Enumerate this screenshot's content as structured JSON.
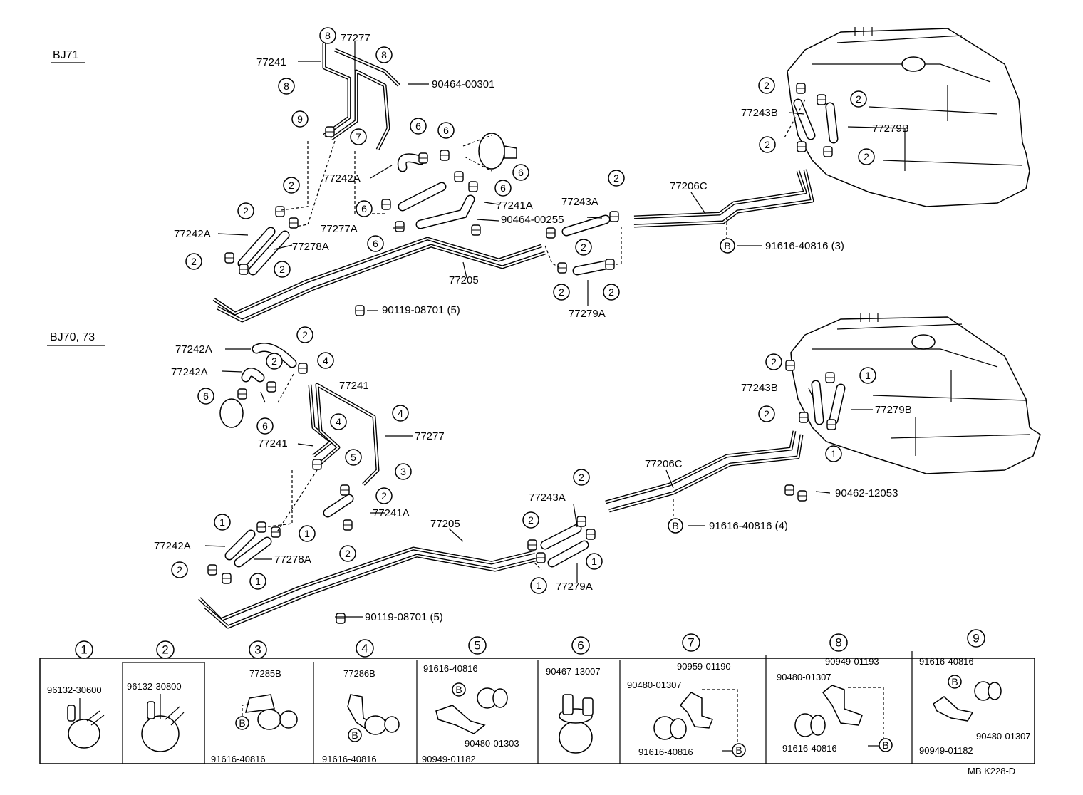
{
  "sections": {
    "bj71": "BJ71",
    "bj70_73": "BJ70, 73"
  },
  "labels_bj71": {
    "p77241": "77241",
    "p77277": "77277",
    "p90464_00301": "90464-00301",
    "p77242a_top": "77242A",
    "p77241a": "77241A",
    "p90464_00255": "90464-00255",
    "p77277a": "77277A",
    "p77242a": "77242A",
    "p77278a": "77278A",
    "p77205": "77205",
    "p90119": "90119-08701 (5)",
    "p77243a": "77243A",
    "p77279a": "77279A",
    "p77206c": "77206C",
    "p91616": "91616-40816 (3)",
    "p77243b": "77243B",
    "p77279b": "77279B"
  },
  "labels_bj70": {
    "p77242a_1": "77242A",
    "p77242a_2": "77242A",
    "p77241_1": "77241",
    "p77241_2": "77241",
    "p77277": "77277",
    "p77241a": "77241A",
    "p77242a_3": "77242A",
    "p77278a": "77278A",
    "p77205": "77205",
    "p90119": "90119-08701 (5)",
    "p77243a": "77243A",
    "p77279a": "77279A",
    "p77206c": "77206C",
    "p91616": "91616-40816 (4)",
    "p90462": "90462-12053",
    "p77243b": "77243B",
    "p77279b": "77279B"
  },
  "callouts": {
    "n1": "1",
    "n2": "2",
    "n3": "3",
    "n4": "4",
    "n5": "5",
    "n6": "6",
    "n7": "7",
    "n8": "8",
    "n9": "9",
    "b": "B"
  },
  "legend": {
    "c1": {
      "num": "1",
      "parts": [
        "96132-30600"
      ]
    },
    "c2": {
      "num": "2",
      "parts": [
        "96132-30800"
      ]
    },
    "c3": {
      "num": "3",
      "parts": [
        "77285B",
        "91616-40816"
      ]
    },
    "c4": {
      "num": "4",
      "parts": [
        "77286B",
        "91616-40816"
      ]
    },
    "c5": {
      "num": "5",
      "parts": [
        "91616-40816",
        "90480-01303",
        "90949-01182"
      ]
    },
    "c6": {
      "num": "6",
      "parts": [
        "90467-13007"
      ]
    },
    "c7": {
      "num": "7",
      "parts": [
        "90959-01190",
        "90480-01307",
        "91616-40816"
      ]
    },
    "c8": {
      "num": "8",
      "parts": [
        "90949-01193",
        "90480-01307",
        "91616-40816"
      ]
    },
    "c9": {
      "num": "9",
      "parts": [
        "91616-40816",
        "90480-01307",
        "90949-01182"
      ]
    }
  },
  "footer_code": "MB  K228-D"
}
